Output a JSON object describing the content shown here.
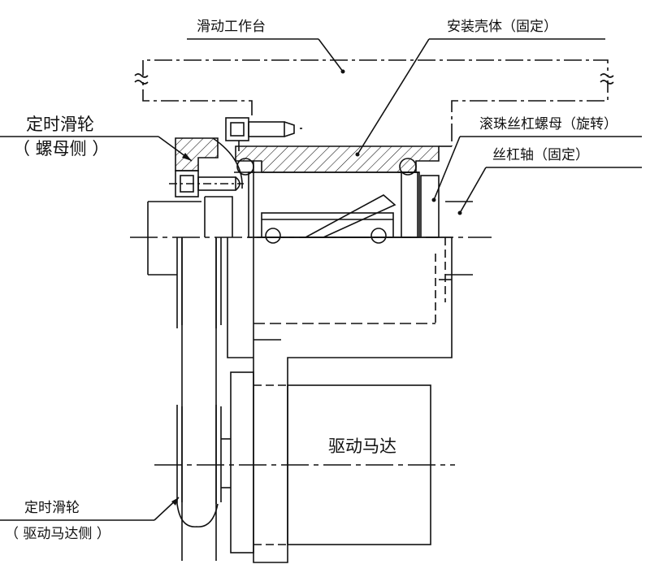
{
  "labels": {
    "sliding_table": "滑动工作台",
    "housing": "安装壳体（固定）",
    "pulley_nut_side_line1": "定时滑轮",
    "pulley_nut_side_line2": "（ 螺母侧 ）",
    "ball_screw_nut": "滚珠丝杠螺母（旋转）",
    "screw_shaft": "丝杠轴（固定）",
    "drive_motor": "驱动马达",
    "pulley_motor_side_line1": "定时滑轮",
    "pulley_motor_side_line2": "（ 驱动马达侧 ）"
  },
  "colors": {
    "line": "#111111",
    "background": "#ffffff"
  }
}
